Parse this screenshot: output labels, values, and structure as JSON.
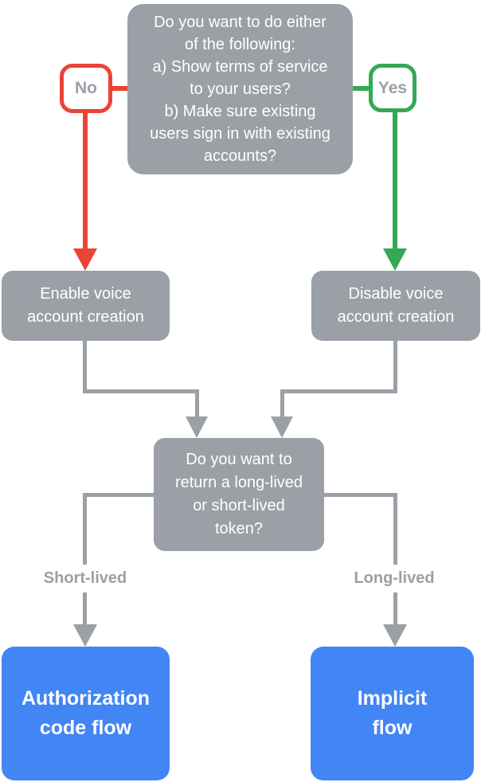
{
  "flowchart": {
    "question_top": "Do you want to do either\nof the following:\na) Show terms of service\nto your users?\nb) Make sure existing\nusers sign in with existing\naccounts?",
    "branch_no": "No",
    "branch_yes": "Yes",
    "node_enable": "Enable voice\naccount creation",
    "node_disable": "Disable voice\naccount creation",
    "question_token": "Do you want to\nreturn a long-lived\nor short-lived\ntoken?",
    "branch_short": "Short-lived",
    "branch_long": "Long-lived",
    "result_auth_code": "Authorization\ncode flow",
    "result_implicit": "Implicit\nflow",
    "colors": {
      "node_gray": "#9AA0A6",
      "result_blue": "#4285F4",
      "no_red": "#EA4335",
      "yes_green": "#34A853",
      "label_gray": "#9AA0A6",
      "text_white": "#FFFFFF",
      "canvas_bg": "#FFFFFF"
    }
  }
}
